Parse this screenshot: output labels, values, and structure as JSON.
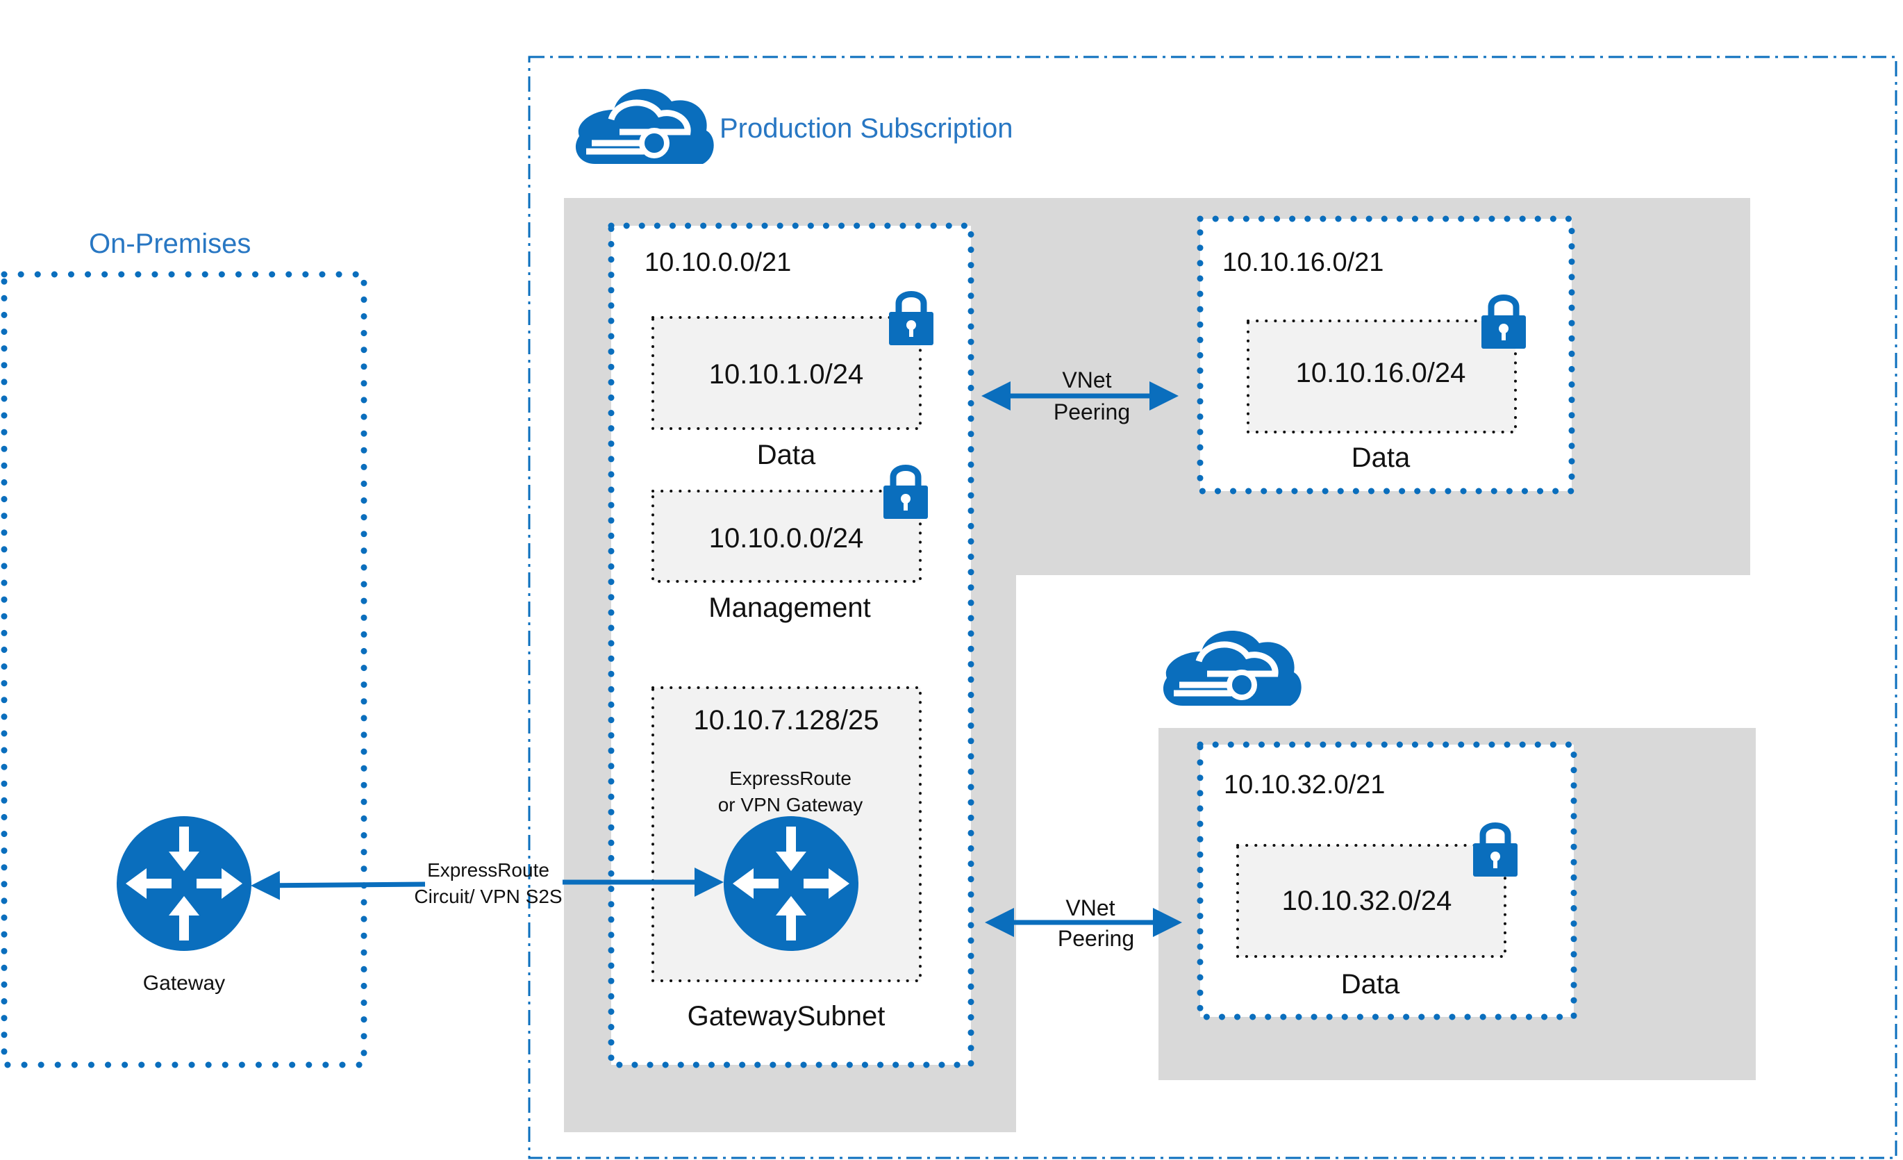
{
  "colors": {
    "azure_blue": "#0a6ebd",
    "title_blue": "#2877c3",
    "gray_fill": "#d9d9d9",
    "subnet_fill": "#f2f2f2",
    "text": "#111111"
  },
  "icons": {
    "cloud": "azure-cloud-icon",
    "lock": "lock-icon",
    "router": "router-icon"
  },
  "on_premises": {
    "title": "On-Premises",
    "gateway_label": "Gateway"
  },
  "connection": {
    "label_line1": "ExpressRoute",
    "label_line2": "Circuit/ VPN S2S"
  },
  "production": {
    "title": "Production Subscription"
  },
  "hub_vnet": {
    "cidr": "10.10.0.0/21",
    "subnets": {
      "data": {
        "cidr": "10.10.1.0/24",
        "name": "Data"
      },
      "management": {
        "cidr": "10.10.0.0/24",
        "name": "Management"
      },
      "gateway": {
        "cidr": "10.10.7.128/25",
        "name": "GatewaySubnet",
        "device_line1": "ExpressRoute",
        "device_line2": "or VPN Gateway"
      }
    }
  },
  "peering_top": {
    "line1": "VNet",
    "line2": "Peering"
  },
  "peering_bottom": {
    "line1": "VNet",
    "line2": "Peering"
  },
  "spoke1_vnet": {
    "cidr": "10.10.16.0/21",
    "subnet": {
      "cidr": "10.10.16.0/24",
      "name": "Data"
    }
  },
  "spoke2_vnet": {
    "cidr": "10.10.32.0/21",
    "subnet": {
      "cidr": "10.10.32.0/24",
      "name": "Data"
    }
  }
}
